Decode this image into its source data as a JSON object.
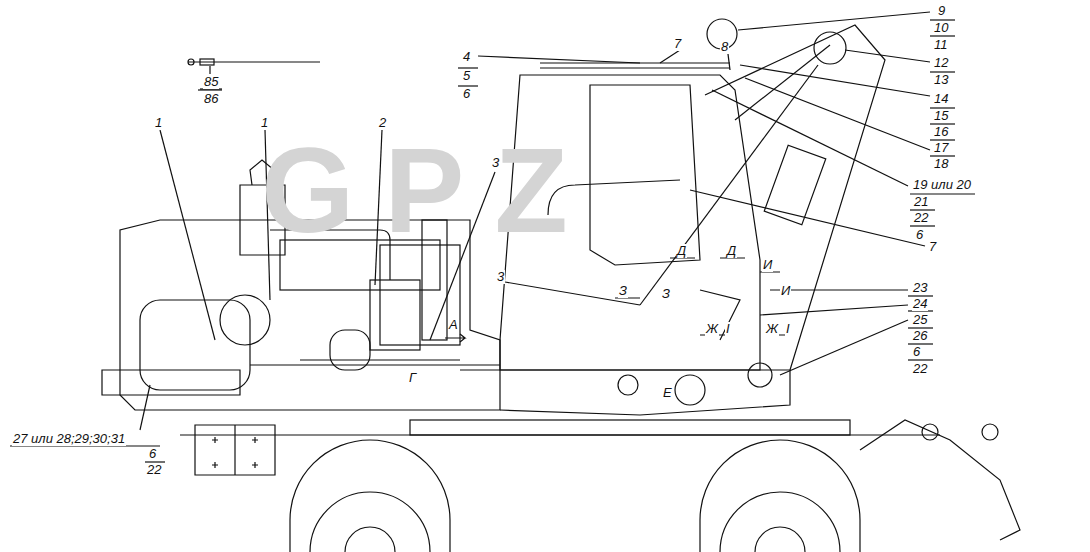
{
  "diagram": {
    "labels": [
      "85",
      "86",
      "1",
      "1",
      "2",
      "3",
      "4",
      "5",
      "6",
      "7",
      "8",
      "9",
      "10",
      "11",
      "12",
      "13",
      "14",
      "15",
      "16",
      "17",
      "18",
      "19 или 20",
      "21",
      "22",
      "6",
      "7",
      "3",
      "23",
      "24",
      "25",
      "26",
      "6",
      "22",
      "27 или 28;29;30;31",
      "6",
      "22",
      "Д",
      "Д",
      "И",
      "И",
      "З",
      "З",
      "Ж",
      "Ж",
      "I",
      "I",
      "А",
      "Г",
      "Е",
      "GPZ"
    ]
  }
}
